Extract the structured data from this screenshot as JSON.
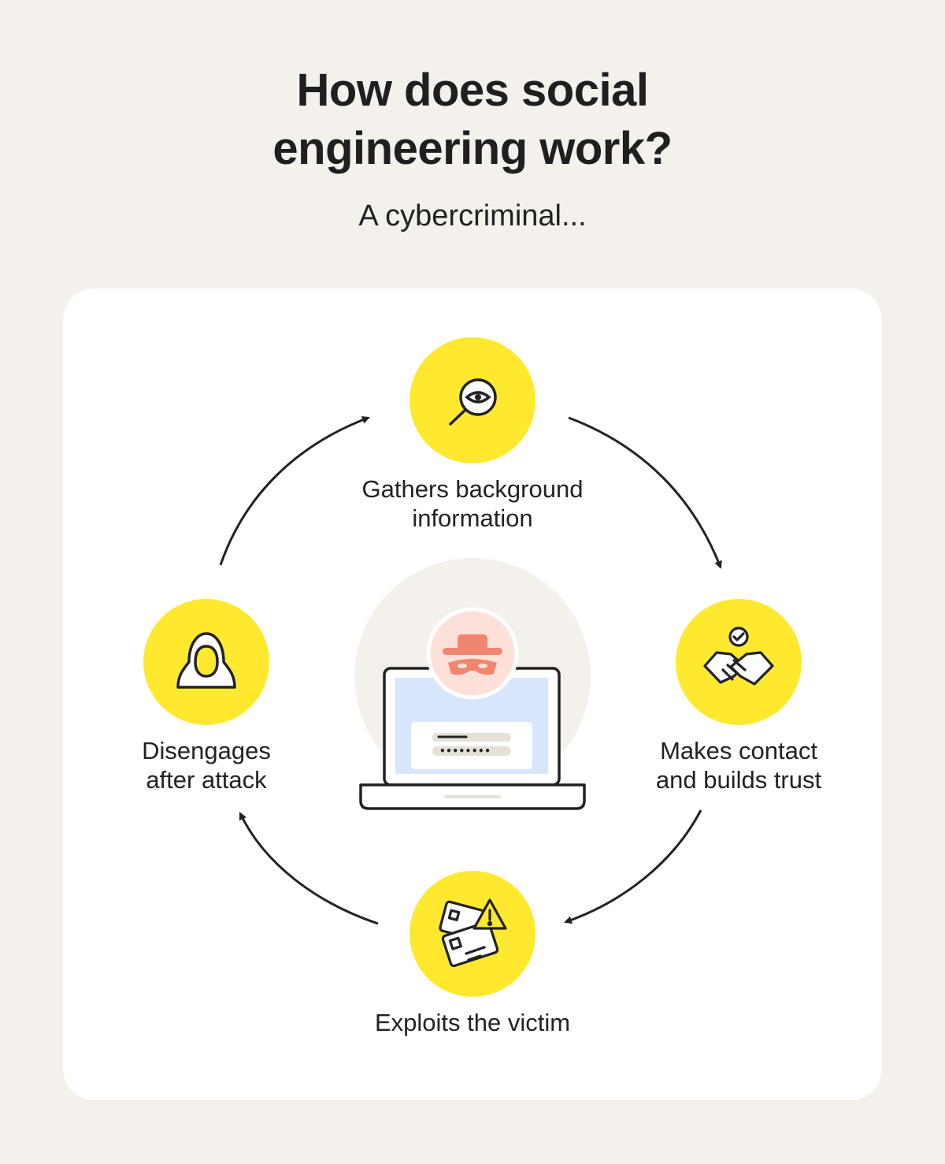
{
  "header": {
    "title_line1": "How does social",
    "title_line2": "engineering work?",
    "subtitle": "A cybercriminal..."
  },
  "colors": {
    "background": "#f4f1ec",
    "card": "#ffffff",
    "accent_yellow": "#ffe92f",
    "hacker_avatar": "#fde1d9",
    "hacker_figure": "#f0866d",
    "laptop_screen": "#d6e6fb",
    "stroke": "#222222"
  },
  "steps": [
    {
      "line1": "Gathers background",
      "line2": "information",
      "icon": "magnifier-eye-icon"
    },
    {
      "line1": "Makes contact",
      "line2": "and builds trust",
      "icon": "handshake-icon"
    },
    {
      "line1": "Exploits the victim",
      "line2": "",
      "icon": "id-cards-warning-icon"
    },
    {
      "line1": "Disengages",
      "line2": "after attack",
      "icon": "hooded-figure-icon"
    }
  ],
  "center": {
    "icon": "hacker-laptop-icon",
    "password_mask": "••••••••"
  }
}
